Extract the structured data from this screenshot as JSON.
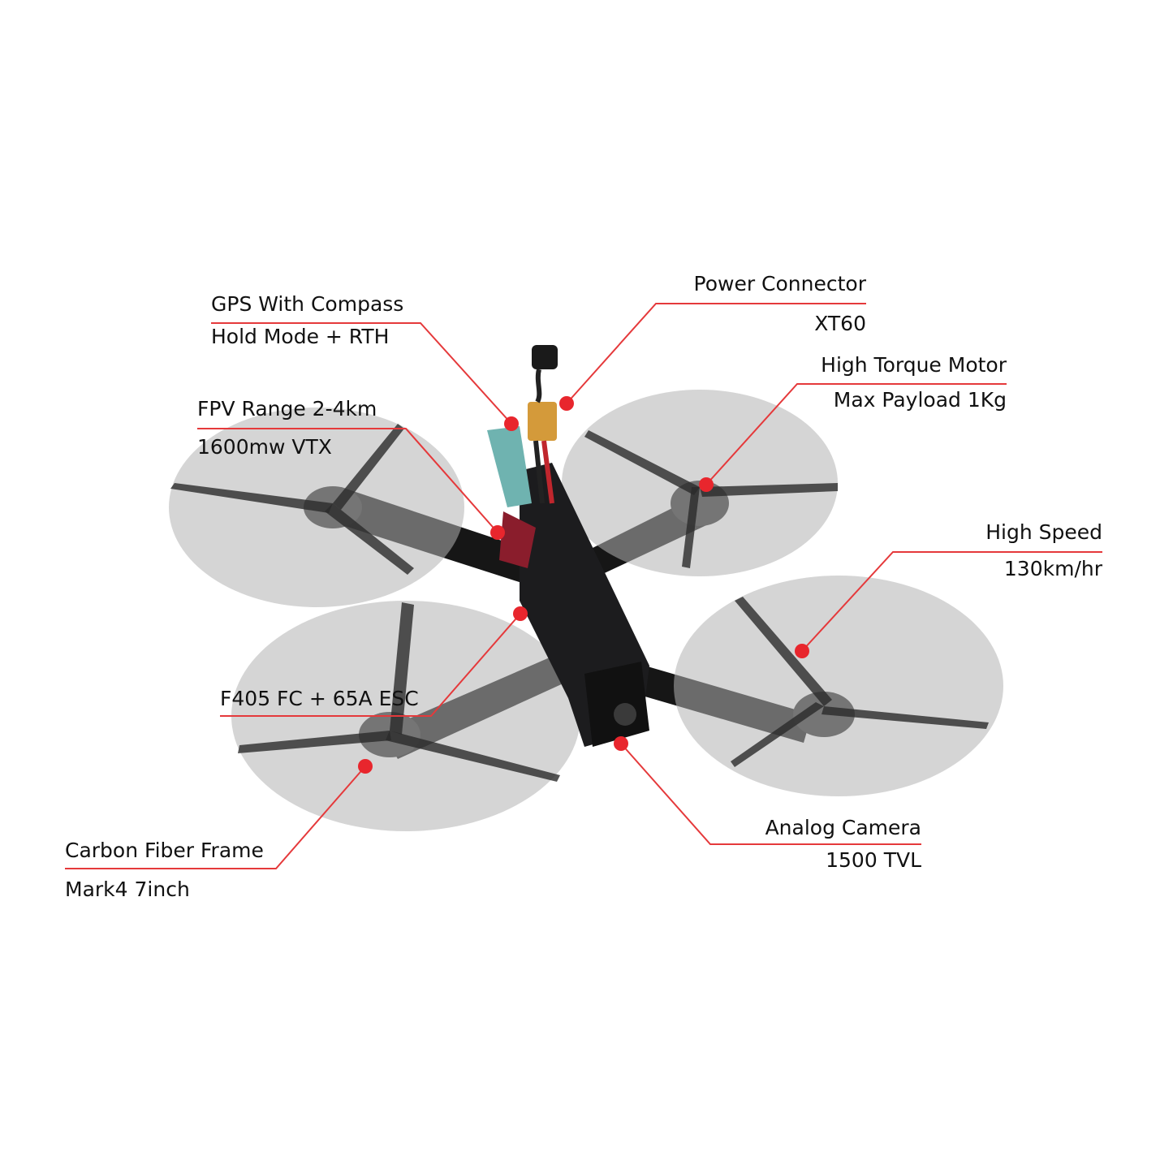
{
  "callouts": {
    "gps": {
      "title": "GPS With Compass",
      "detail": "Hold Mode + RTH"
    },
    "power": {
      "title": "Power Connector",
      "detail": "XT60"
    },
    "motor": {
      "title": "High Torque Motor",
      "detail": "Max Payload 1Kg"
    },
    "fpv": {
      "title": "FPV Range 2-4km",
      "detail": "1600mw VTX"
    },
    "speed": {
      "title": "High Speed",
      "detail": "130km/hr"
    },
    "fc": {
      "title": "F405 FC + 65A ESC"
    },
    "frame": {
      "title": "Carbon Fiber Frame",
      "detail": "Mark4 7inch"
    },
    "camera": {
      "title": "Analog Camera",
      "detail": "1500 TVL"
    }
  },
  "colors": {
    "leader_line": "#e5393b",
    "marker_dot": "#e8262d",
    "prop_disc": "#b9b9b9",
    "carbon": "#1c1c1e"
  }
}
